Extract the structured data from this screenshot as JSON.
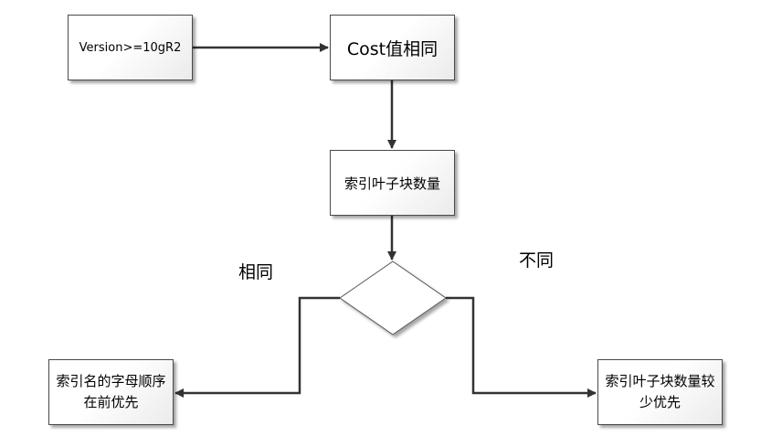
{
  "nodes": {
    "version": "Version>=10gR2",
    "cost_same": "Cost值相同",
    "leaf_blocks": "索引叶子块数量",
    "alpha_order": "索引名的字母顺序在前优先",
    "fewer_leaf_blocks": "索引叶子块数量较少优先"
  },
  "branches": {
    "same": "相同",
    "different": "不同"
  }
}
